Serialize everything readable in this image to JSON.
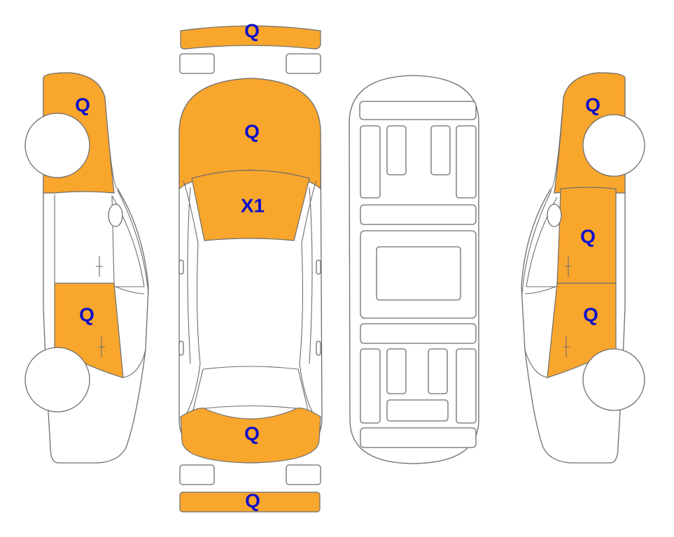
{
  "colors": {
    "damage_fill": "#F9A62D",
    "code_text": "#1010C8",
    "outline": "#6e6e6e",
    "background": "#FFFFFF"
  },
  "codes": {
    "front_bumper": "Q",
    "hood": "Q",
    "windshield": "X1",
    "trunk": "Q",
    "rear_bumper": "Q",
    "left_front_fender": "Q",
    "left_rear_door": "Q",
    "right_front_fender": "Q",
    "right_front_door": "Q",
    "right_rear_door": "Q"
  }
}
